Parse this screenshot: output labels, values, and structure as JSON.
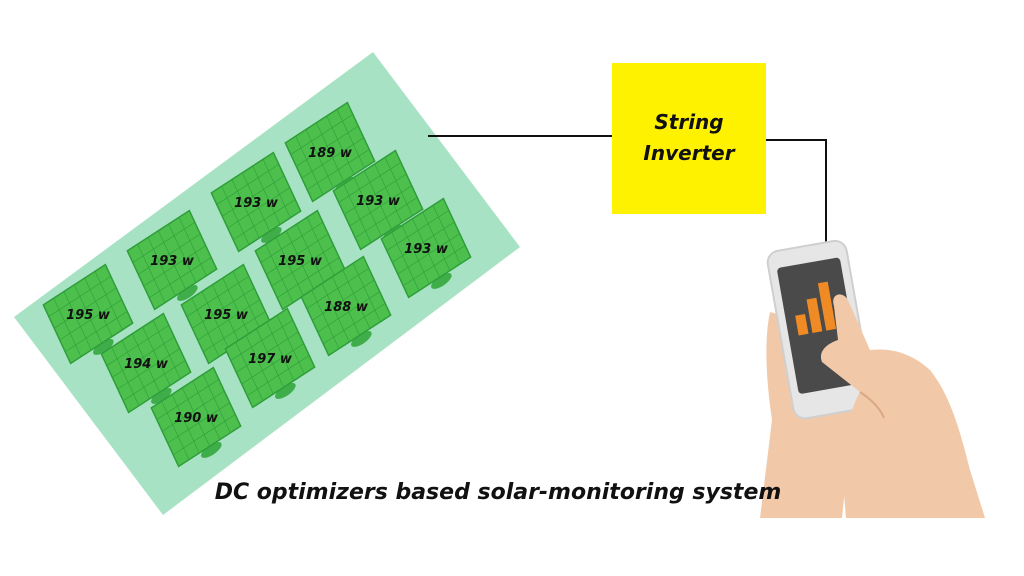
{
  "colors": {
    "array_background": "#a8e2c4",
    "panel_fill": "#4cbf4c",
    "panel_grid": "#2e9e3a",
    "inverter_fill": "#fff200",
    "wire": "#111111",
    "bar_chart": "#f08a24",
    "skin": "#f2c9a8"
  },
  "inverter": {
    "line1": "String",
    "line2": "Inverter"
  },
  "panels": [
    {
      "label": "189 w"
    },
    {
      "label": "193 w"
    },
    {
      "label": "193 w"
    },
    {
      "label": "193 w"
    },
    {
      "label": "195 w"
    },
    {
      "label": "193 w"
    },
    {
      "label": "195 w"
    },
    {
      "label": "195 w"
    },
    {
      "label": "188 w"
    },
    {
      "label": "194 w"
    },
    {
      "label": "197 w"
    },
    {
      "label": "190 w"
    }
  ],
  "phone": {
    "icon": "bar-chart-icon"
  },
  "caption": "DC optimizers based solar-monitoring system"
}
